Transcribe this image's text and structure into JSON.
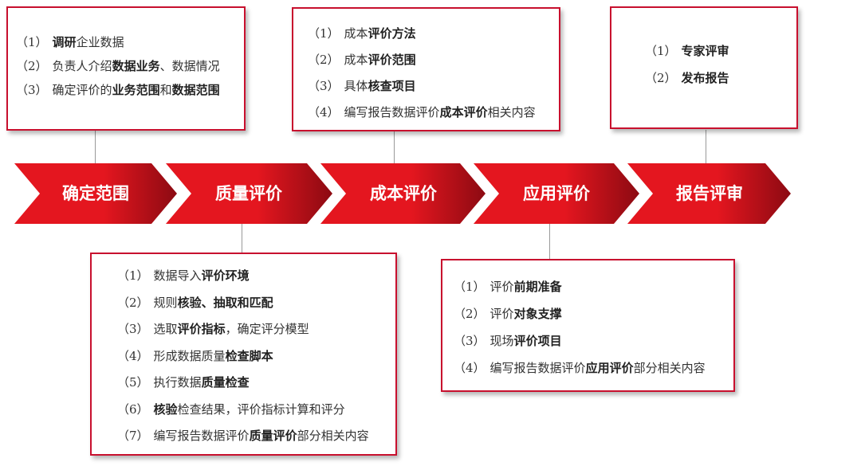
{
  "steps": [
    {
      "label": "确定范围"
    },
    {
      "label": "质量评价"
    },
    {
      "label": "成本评价"
    },
    {
      "label": "应用评价"
    },
    {
      "label": "报告评审"
    }
  ],
  "boxes": {
    "scope": [
      {
        "num": "（1）",
        "parts": [
          {
            "t": "调研",
            "b": true
          },
          {
            "t": "企业数据",
            "b": false
          }
        ]
      },
      {
        "num": "（2）",
        "parts": [
          {
            "t": "负责人介绍",
            "b": false
          },
          {
            "t": "数据业务",
            "b": true
          },
          {
            "t": "、数据情况",
            "b": false
          }
        ]
      },
      {
        "num": "（3）",
        "parts": [
          {
            "t": "确定评价的",
            "b": false
          },
          {
            "t": "业务范围",
            "b": true
          },
          {
            "t": "和",
            "b": false
          },
          {
            "t": "数据范围",
            "b": true
          }
        ]
      }
    ],
    "quality": [
      {
        "num": "（1）",
        "parts": [
          {
            "t": "数据导入",
            "b": false
          },
          {
            "t": "评价环境",
            "b": true
          }
        ]
      },
      {
        "num": "（2）",
        "parts": [
          {
            "t": "规则",
            "b": false
          },
          {
            "t": "核验、抽取和匹配",
            "b": true
          }
        ]
      },
      {
        "num": "（3）",
        "parts": [
          {
            "t": "选取",
            "b": false
          },
          {
            "t": "评价指标",
            "b": true
          },
          {
            "t": "，确定评分模型",
            "b": false
          }
        ]
      },
      {
        "num": "（4）",
        "parts": [
          {
            "t": "形成数据质量",
            "b": false
          },
          {
            "t": "检查脚本",
            "b": true
          }
        ]
      },
      {
        "num": "（5）",
        "parts": [
          {
            "t": "执行数据",
            "b": false
          },
          {
            "t": "质量检查",
            "b": true
          }
        ]
      },
      {
        "num": "（6）",
        "parts": [
          {
            "t": "核验",
            "b": true
          },
          {
            "t": "检查结果，评价指标计算和评分",
            "b": false
          }
        ]
      },
      {
        "num": "（7）",
        "parts": [
          {
            "t": "编写报告数据评价",
            "b": false
          },
          {
            "t": "质量评价",
            "b": true
          },
          {
            "t": "部分相关内容",
            "b": false
          }
        ]
      }
    ],
    "cost": [
      {
        "num": "（1）",
        "parts": [
          {
            "t": "成本",
            "b": false
          },
          {
            "t": "评价方法",
            "b": true
          }
        ]
      },
      {
        "num": "（2）",
        "parts": [
          {
            "t": "成本",
            "b": false
          },
          {
            "t": "评价范围",
            "b": true
          }
        ]
      },
      {
        "num": "（3）",
        "parts": [
          {
            "t": "具体",
            "b": false
          },
          {
            "t": "核查项目",
            "b": true
          }
        ]
      },
      {
        "num": "（4）",
        "parts": [
          {
            "t": "编写报告数据评价",
            "b": false
          },
          {
            "t": "成本评价",
            "b": true
          },
          {
            "t": "相关内容",
            "b": false
          }
        ]
      }
    ],
    "application": [
      {
        "num": "（1）",
        "parts": [
          {
            "t": "评价",
            "b": false
          },
          {
            "t": "前期准备",
            "b": true
          }
        ]
      },
      {
        "num": "（2）",
        "parts": [
          {
            "t": "评价",
            "b": false
          },
          {
            "t": "对象支撑",
            "b": true
          }
        ]
      },
      {
        "num": "（3）",
        "parts": [
          {
            "t": "现场",
            "b": false
          },
          {
            "t": "评价项目",
            "b": true
          }
        ]
      },
      {
        "num": "（4）",
        "parts": [
          {
            "t": "编写报告数据评价",
            "b": false
          },
          {
            "t": "应用评价",
            "b": true
          },
          {
            "t": "部分相关内容",
            "b": false
          }
        ]
      }
    ],
    "review": [
      {
        "num": "（1）",
        "parts": [
          {
            "t": "专家评审",
            "b": true
          }
        ]
      },
      {
        "num": "（2）",
        "parts": [
          {
            "t": "发布报告",
            "b": true
          }
        ]
      }
    ]
  },
  "colors": {
    "arrow_light": "#e4161f",
    "arrow_dark": "#8c0a12",
    "box_border": "#c8102e",
    "connector": "#9a9a9a"
  }
}
